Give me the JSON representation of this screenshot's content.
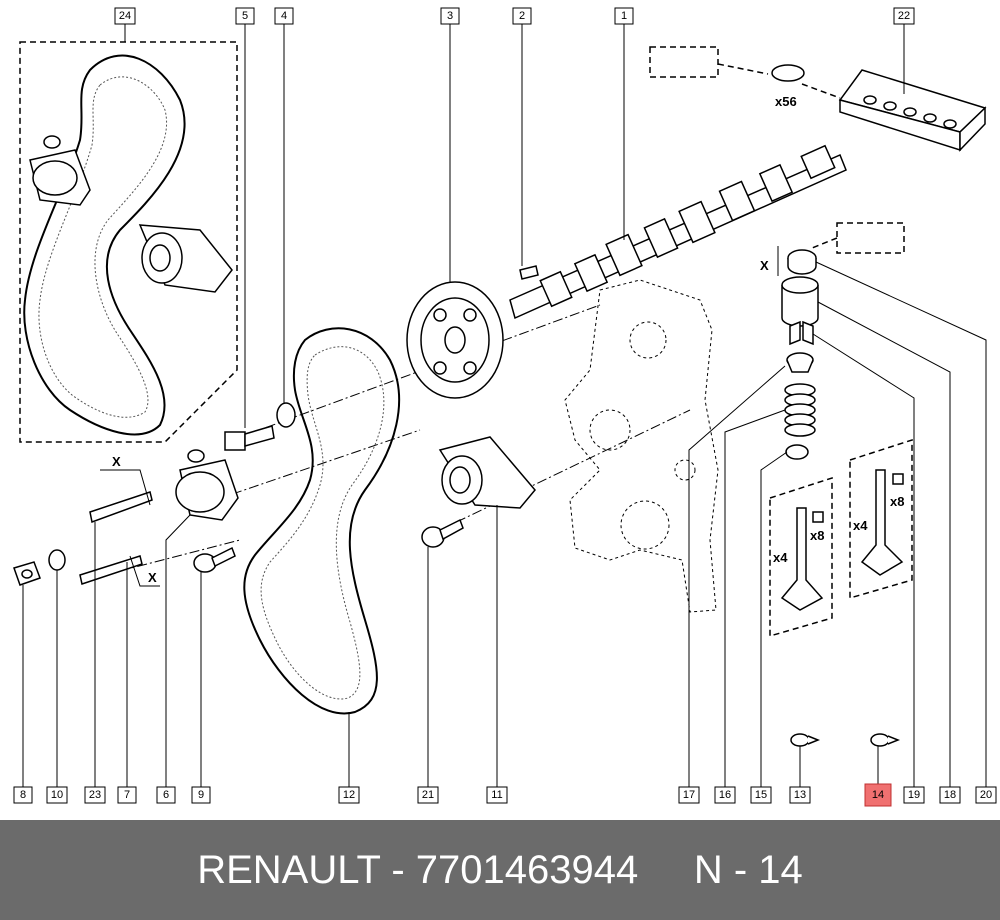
{
  "callouts": [
    {
      "id": "24",
      "highlight": false
    },
    {
      "id": "5",
      "highlight": false
    },
    {
      "id": "4",
      "highlight": false
    },
    {
      "id": "3",
      "highlight": false
    },
    {
      "id": "2",
      "highlight": false
    },
    {
      "id": "1",
      "highlight": false
    },
    {
      "id": "22",
      "highlight": false
    },
    {
      "id": "8",
      "highlight": false
    },
    {
      "id": "10",
      "highlight": false
    },
    {
      "id": "23",
      "highlight": false
    },
    {
      "id": "7",
      "highlight": false
    },
    {
      "id": "6",
      "highlight": false
    },
    {
      "id": "9",
      "highlight": false
    },
    {
      "id": "12",
      "highlight": false
    },
    {
      "id": "21",
      "highlight": false
    },
    {
      "id": "11",
      "highlight": false
    },
    {
      "id": "17",
      "highlight": false
    },
    {
      "id": "16",
      "highlight": false
    },
    {
      "id": "15",
      "highlight": false
    },
    {
      "id": "13",
      "highlight": false
    },
    {
      "id": "14",
      "highlight": true
    },
    {
      "id": "19",
      "highlight": false
    },
    {
      "id": "18",
      "highlight": false
    },
    {
      "id": "20",
      "highlight": false
    }
  ],
  "annotations": {
    "qty_shims": "x56",
    "qty_valves_left": "x4",
    "qty_collets_left": "x8",
    "qty_valves_right": "x4",
    "qty_collets_right": "x8",
    "marker_x_1": "X",
    "marker_x_2": "X",
    "marker_x_3": "X"
  },
  "footer": {
    "brand": "RENAULT",
    "separator": " - ",
    "part_number": "7701463944",
    "item_label": "N - 14"
  },
  "colors": {
    "highlight": "#f07070",
    "footer_bg": "#6b6b6b",
    "footer_text": "#ffffff"
  }
}
